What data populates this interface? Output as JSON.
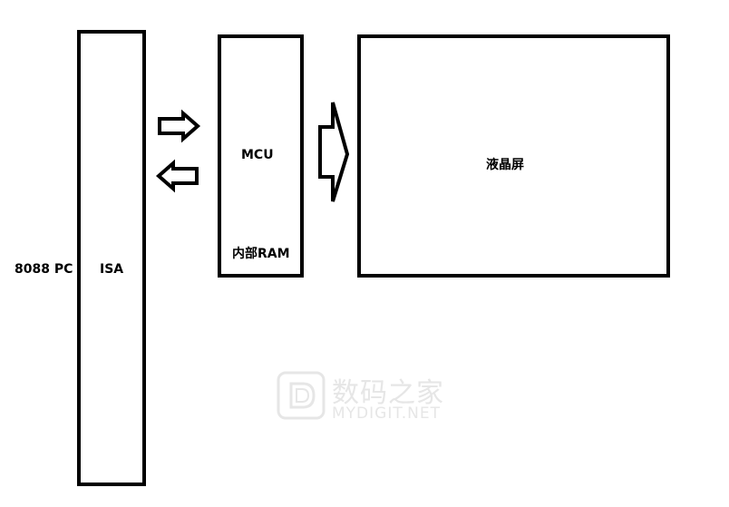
{
  "pc_label": "8088 PC",
  "isa_label": "ISA",
  "mcu_label": "MCU",
  "ram_label": "内部RAM",
  "lcd_label": "液晶屏",
  "watermark": {
    "cn": "数码之家",
    "en": "MYDIGIT.NET"
  }
}
